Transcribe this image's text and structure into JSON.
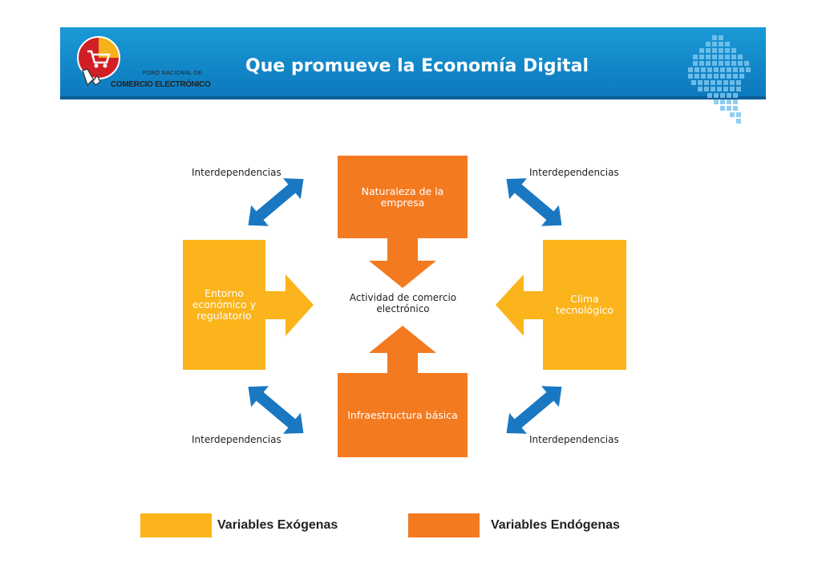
{
  "header": {
    "title": "Que promueve la Economía Digital",
    "logo_line1": "FORO NACIONAL DE",
    "logo_line2": "COMERCIO ELECTRÓNICO"
  },
  "diagram": {
    "center": "Actividad de comercio\nelectrónico",
    "top_box": "Naturaleza de la\nempresa",
    "bottom_box": "Infraestructura básica",
    "left_box": "Entorno\neconómico y\nregulatorio",
    "right_box": "Clima\ntecnológico",
    "interdependencias": [
      "Interdependencias",
      "Interdependencias",
      "Interdependencias",
      "Interdependencias"
    ]
  },
  "legend": {
    "exogenous": "Variables Exógenas",
    "endogenous": "Variables Endógenas"
  },
  "colors": {
    "banner": "#1a9ad6",
    "orange": "#f47a20",
    "yellow": "#fbb41b",
    "arrow_blue": "#1a78c2"
  }
}
